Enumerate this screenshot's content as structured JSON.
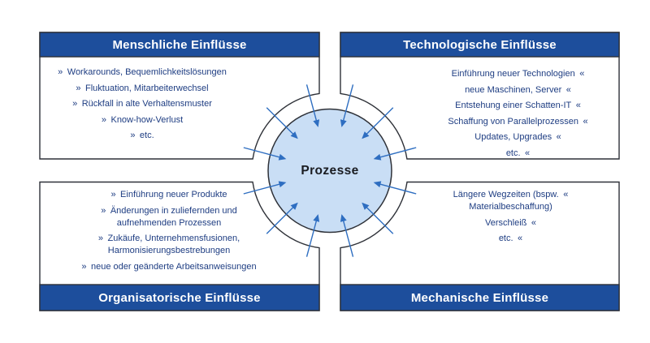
{
  "center_label": "Prozesse",
  "colors": {
    "header_bar_blue": "#1d4e9c",
    "box_outline": "#2e3138",
    "circle_fill": "#c9def5",
    "arrow_blue": "#2e6ec1",
    "item_text_blue": "#1e3d82",
    "header_text": "#ffffff"
  },
  "quadrants": {
    "top_left": {
      "title": "Menschliche Einflüsse",
      "items": [
        "» Workarounds, Bequemlichkeitslösungen",
        "» Fluktuation, Mitarbeiterwechsel",
        "» Rückfall in alte Verhaltensmuster",
        "» Know-how-Verlust",
        "» etc."
      ]
    },
    "top_right": {
      "title": "Technologische Einflüsse",
      "items": [
        "Einführung neuer Technologien «",
        "neue Maschinen, Server «",
        "Entstehung einer Schatten-IT «",
        "Schaffung von Parallelprozessen «",
        "Updates, Upgrades «",
        "etc. «"
      ]
    },
    "bottom_left": {
      "title": "Organisatorische Einflüsse",
      "items": [
        "» Einführung neuer Produkte",
        "» Änderungen in zuliefernden und\naufnehmenden Prozessen",
        "» Zukäufe, Unternehmensfusionen,\nHarmonisierungsbestrebungen",
        "» neue oder geänderte Arbeitsanweisungen"
      ]
    },
    "bottom_right": {
      "title": "Mechanische Einflüsse",
      "items": [
        "Längere Wegzeiten (bspw. «\nMaterialbeschaffung)",
        "Verschleiß «",
        "etc. «"
      ]
    }
  }
}
